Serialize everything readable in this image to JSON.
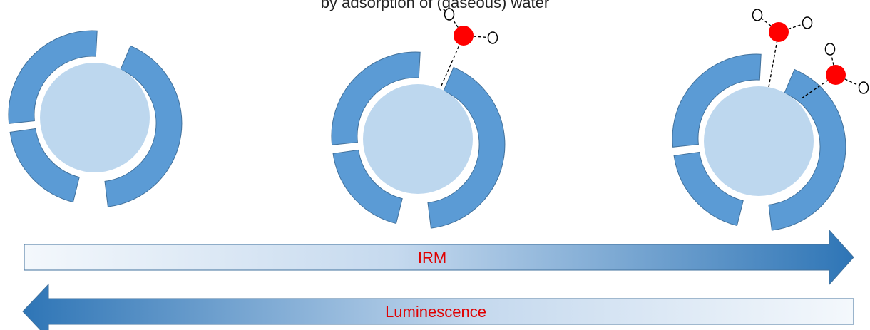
{
  "title": "by adsorption of (gaseous) water",
  "arrows": {
    "irm_label": "IRM",
    "luminescence_label": "Luminescence"
  },
  "colors": {
    "ring": "#5b9bd5",
    "ring_stroke": "#41719c",
    "core": "#bdd7ee",
    "oxygen": "#ff0000",
    "label": "#e00000",
    "arrow_dark": "#2e75b6",
    "arrow_light": "#f4f8fc"
  },
  "particles": [
    {
      "name": "particle-dry",
      "adsorbed_water_molecules": 0
    },
    {
      "name": "particle-one-water",
      "adsorbed_water_molecules": 1
    },
    {
      "name": "particle-two-water",
      "adsorbed_water_molecules": 2
    }
  ]
}
